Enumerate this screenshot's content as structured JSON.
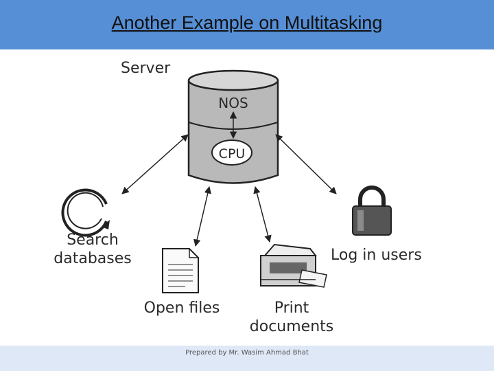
{
  "title": "Another Example on Multitasking",
  "footer": "Prepared by Mr. Wasim Ahmad Bhat",
  "diagram": {
    "server_label": "Server",
    "nos_label": "NOS",
    "cpu_label": "CPU",
    "search_line1": "Search",
    "search_line2": "databases",
    "open_files_label": "Open files",
    "print_line1": "Print",
    "print_line2": "documents",
    "login_label": "Log in users"
  }
}
